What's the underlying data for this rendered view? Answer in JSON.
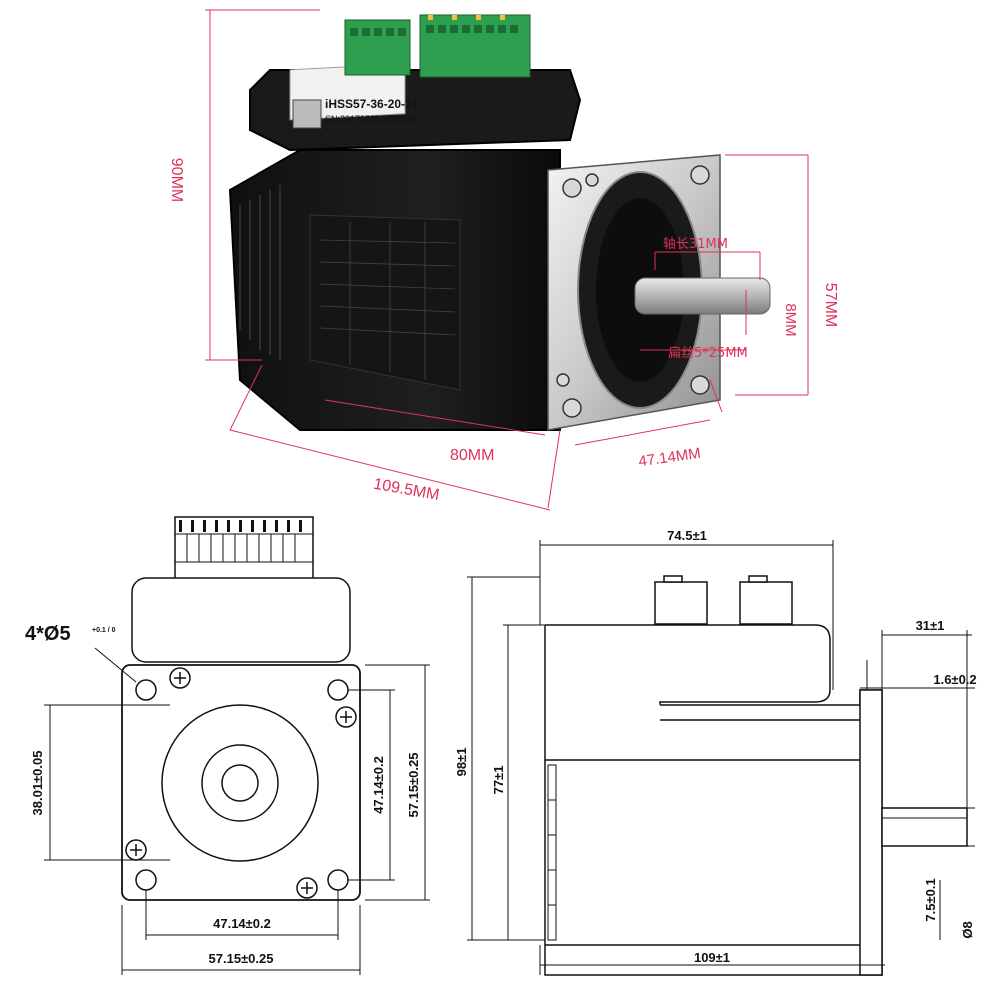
{
  "photo": {
    "label_model": "iHSS57-36-20-31",
    "label_sn": "SN:20171205152V1.45",
    "dim_height": "90MM",
    "dim_length_body": "80MM",
    "dim_length_total": "109.5MM",
    "dim_flange_side": "57MM",
    "dim_hole_spacing": "47.14MM",
    "dim_shaft_dia": "8MM",
    "shaft_length_note": "轴长31MM",
    "shaft_flat_note": "扁丝5*25MM"
  },
  "front_view": {
    "hole_spec": "4*Ø5",
    "hole_tol": "+0.1 / 0",
    "dim_bore": "38.01±0.05",
    "dim_hole_vertical": "47.14±0.2",
    "dim_side_vertical": "57.15±0.25",
    "dim_hole_horizontal": "47.14±0.2",
    "dim_side_horizontal": "57.15±0.25"
  },
  "side_view": {
    "dim_top_width": "74.5±1",
    "dim_total_height": "98±1",
    "dim_body_height": "77±1",
    "dim_shaft_length": "31±1",
    "dim_boss": "1.6±0.2",
    "dim_flat": "7.5±0.1",
    "dim_shaft_dia": "Ø8",
    "dim_total_length": "109±1"
  }
}
